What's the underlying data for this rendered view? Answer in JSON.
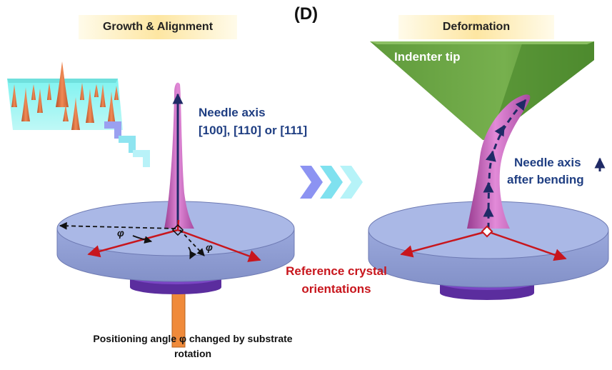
{
  "figure": {
    "panel_label": "(D)",
    "left_section_title": "Growth & Alignment",
    "right_section_title": "Deformation",
    "needle_axis_label": "Needle axis",
    "needle_axis_options": "[100], [110] or [111]",
    "indenter_label": "Indenter tip",
    "bent_axis_label_line1": "Needle axis",
    "bent_axis_label_line2": "after bending",
    "reference_label_line1": "Reference crystal",
    "reference_label_line2": "orientations",
    "caption_line1": "Positioning angle φ changed by substrate",
    "caption_line2": "rotation",
    "angle_symbol": "φ"
  },
  "colors": {
    "disk_fill": "#a9b7e3",
    "disk_side": "#8e9cd4",
    "needle": "#c85dc0",
    "reference_arrow": "#c8161d",
    "axis_arrow": "#1f2a66",
    "indenter": "#6fa347",
    "chevron": "#8fd9ee"
  }
}
